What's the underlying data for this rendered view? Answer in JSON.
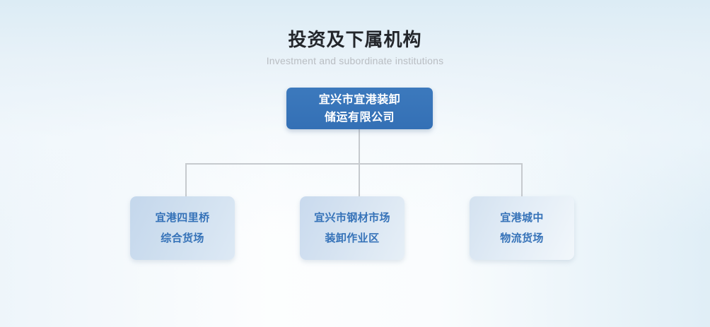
{
  "heading": {
    "title": "投资及下属机构",
    "subtitle": "Investment and subordinate institutions"
  },
  "colors": {
    "root_node_fill": "#3572b8",
    "root_node_text": "#ffffff",
    "child_node_text": "#3572b8",
    "child_node_fill": "#cfdfef",
    "connector_line": "#c6cace",
    "title_text": "#23262b",
    "subtitle_text": "#b9bdc2",
    "background_top": "#dceaf5",
    "background_bottom": "#ffffff"
  },
  "org_chart": {
    "root": {
      "lines": [
        "宜兴市宜港装卸",
        "储运有限公司"
      ]
    },
    "children": [
      {
        "lines": [
          "宜港四里桥",
          "综合货场"
        ]
      },
      {
        "lines": [
          "宜兴市钢材市场",
          "装卸作业区"
        ]
      },
      {
        "lines": [
          "宜港城中",
          "物流货场"
        ]
      }
    ]
  }
}
